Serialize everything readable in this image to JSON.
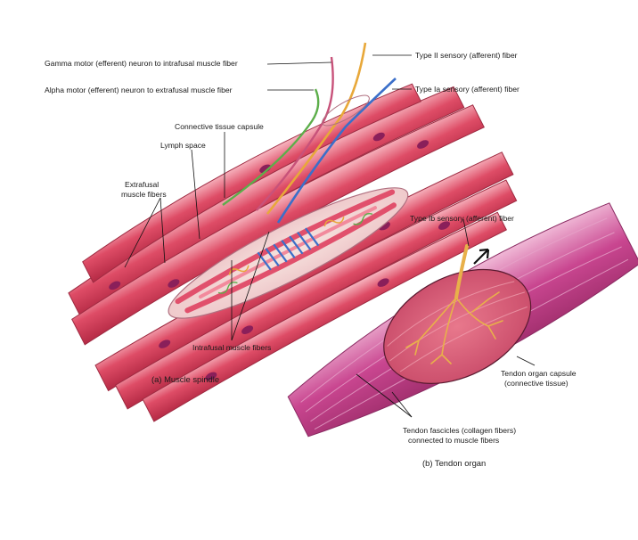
{
  "labels": {
    "gamma_motor": "Gamma motor (efferent) neuron to intrafusal muscle fiber",
    "alpha_motor": "Alpha motor (efferent) neuron to extrafusal muscle fiber",
    "type_ii": "Type II sensory (afferent) fiber",
    "type_ia": "Type Ia sensory (afferent) fiber",
    "connective_capsule": "Connective tissue capsule",
    "lymph_space": "Lymph space",
    "extrafusal_line1": "Extrafusal",
    "extrafusal_line2": "muscle fibers",
    "intrafusal": "Intrafusal muscle fibers",
    "type_ib": "Type Ib sensory (afferent) fiber",
    "tendon_capsule_line1": "Tendon organ capsule",
    "tendon_capsule_line2": "(connective tissue)",
    "tendon_fascicles_line1": "Tendon fascicles (collagen fibers)",
    "tendon_fascicles_line2": "connected to muscle fibers"
  },
  "captions": {
    "a": "(a) Muscle spindle",
    "b": "(b) Tendon organ"
  },
  "colors": {
    "muscle_red": "#d9405a",
    "muscle_light": "#f2a0ae",
    "nucleus": "#8a1f5a",
    "tendon_magenta": "#c23f8a",
    "gamma_nerve": "#c8527a",
    "alpha_nerve": "#5cae4a",
    "type_ii_nerve": "#e8a83a",
    "type_ia_nerve": "#3b6fc9",
    "tendon_nerve": "#e8b04a"
  }
}
